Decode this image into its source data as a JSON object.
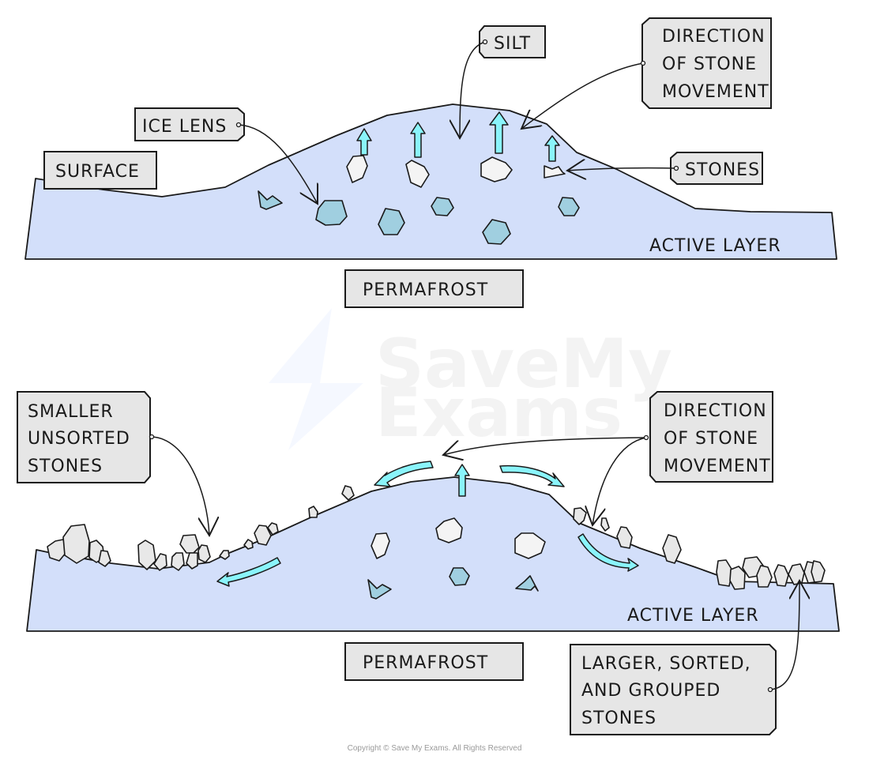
{
  "watermark": {
    "line1": "SaveMy",
    "line2": "Exams"
  },
  "copyright": "Copyright © Save My Exams. All Rights Reserved",
  "colors": {
    "ground": "#d3dffa",
    "ice_lens": "#a0cfe0",
    "movement_arrow": "#8af4fb",
    "label_box": "#e6e6e6"
  },
  "top_diagram": {
    "labels": {
      "surface": "SURFACE",
      "ice_lens": "ICE LENS",
      "silt": "SILT",
      "direction": [
        "DIRECTION",
        "OF STONE",
        "MOVEMENT"
      ],
      "stones": "STONES",
      "active_layer": "ACTIVE LAYER",
      "permafrost": "PERMAFROST"
    }
  },
  "bottom_diagram": {
    "labels": {
      "smaller_unsorted": [
        "SMALLER",
        "UNSORTED",
        "STONES"
      ],
      "direction": [
        "DIRECTION",
        "OF STONE",
        "MOVEMENT"
      ],
      "active_layer": "ACTIVE LAYER",
      "permafrost": "PERMAFROST",
      "larger_sorted": [
        "LARGER, SORTED,",
        "AND GROUPED",
        "STONES"
      ]
    }
  }
}
